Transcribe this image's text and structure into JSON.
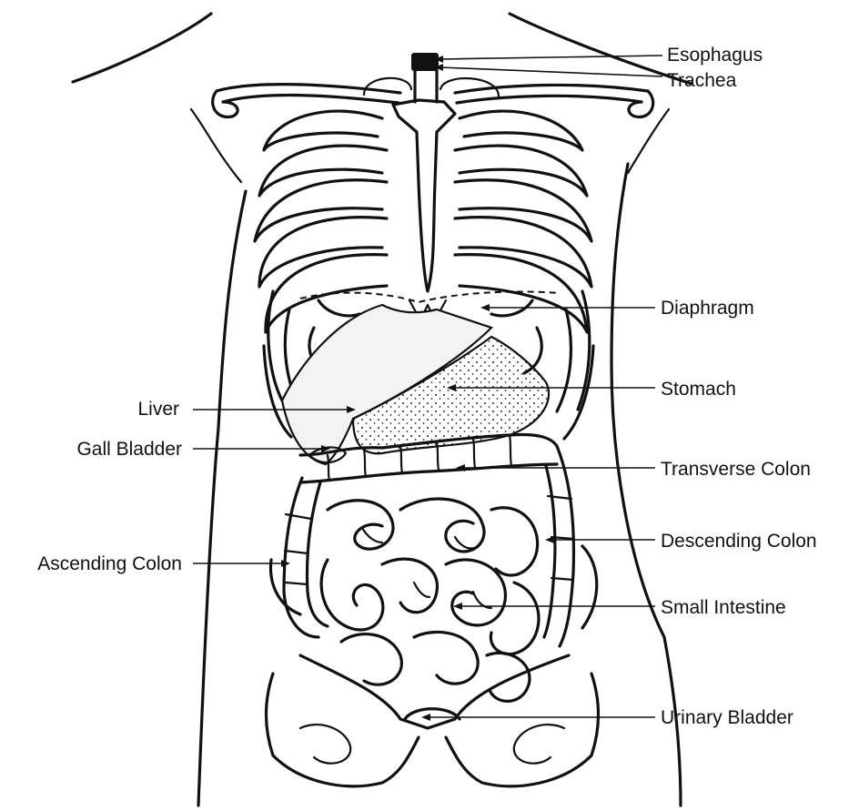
{
  "labels": {
    "esophagus": "Esophagus",
    "trachea": "Trachea",
    "diaphragm": "Diaphragm",
    "stomach": "Stomach",
    "liver": "Liver",
    "gall_bladder": "Gall Bladder",
    "transverse_colon": "Transverse Colon",
    "descending_colon": "Descending Colon",
    "ascending_colon": "Ascending Colon",
    "small_intestine": "Small Intestine",
    "urinary_bladder": "Urinary Bladder"
  },
  "colors": {
    "ink": "#111111",
    "background": "#ffffff",
    "organ_fill": "#f3f3f3"
  }
}
